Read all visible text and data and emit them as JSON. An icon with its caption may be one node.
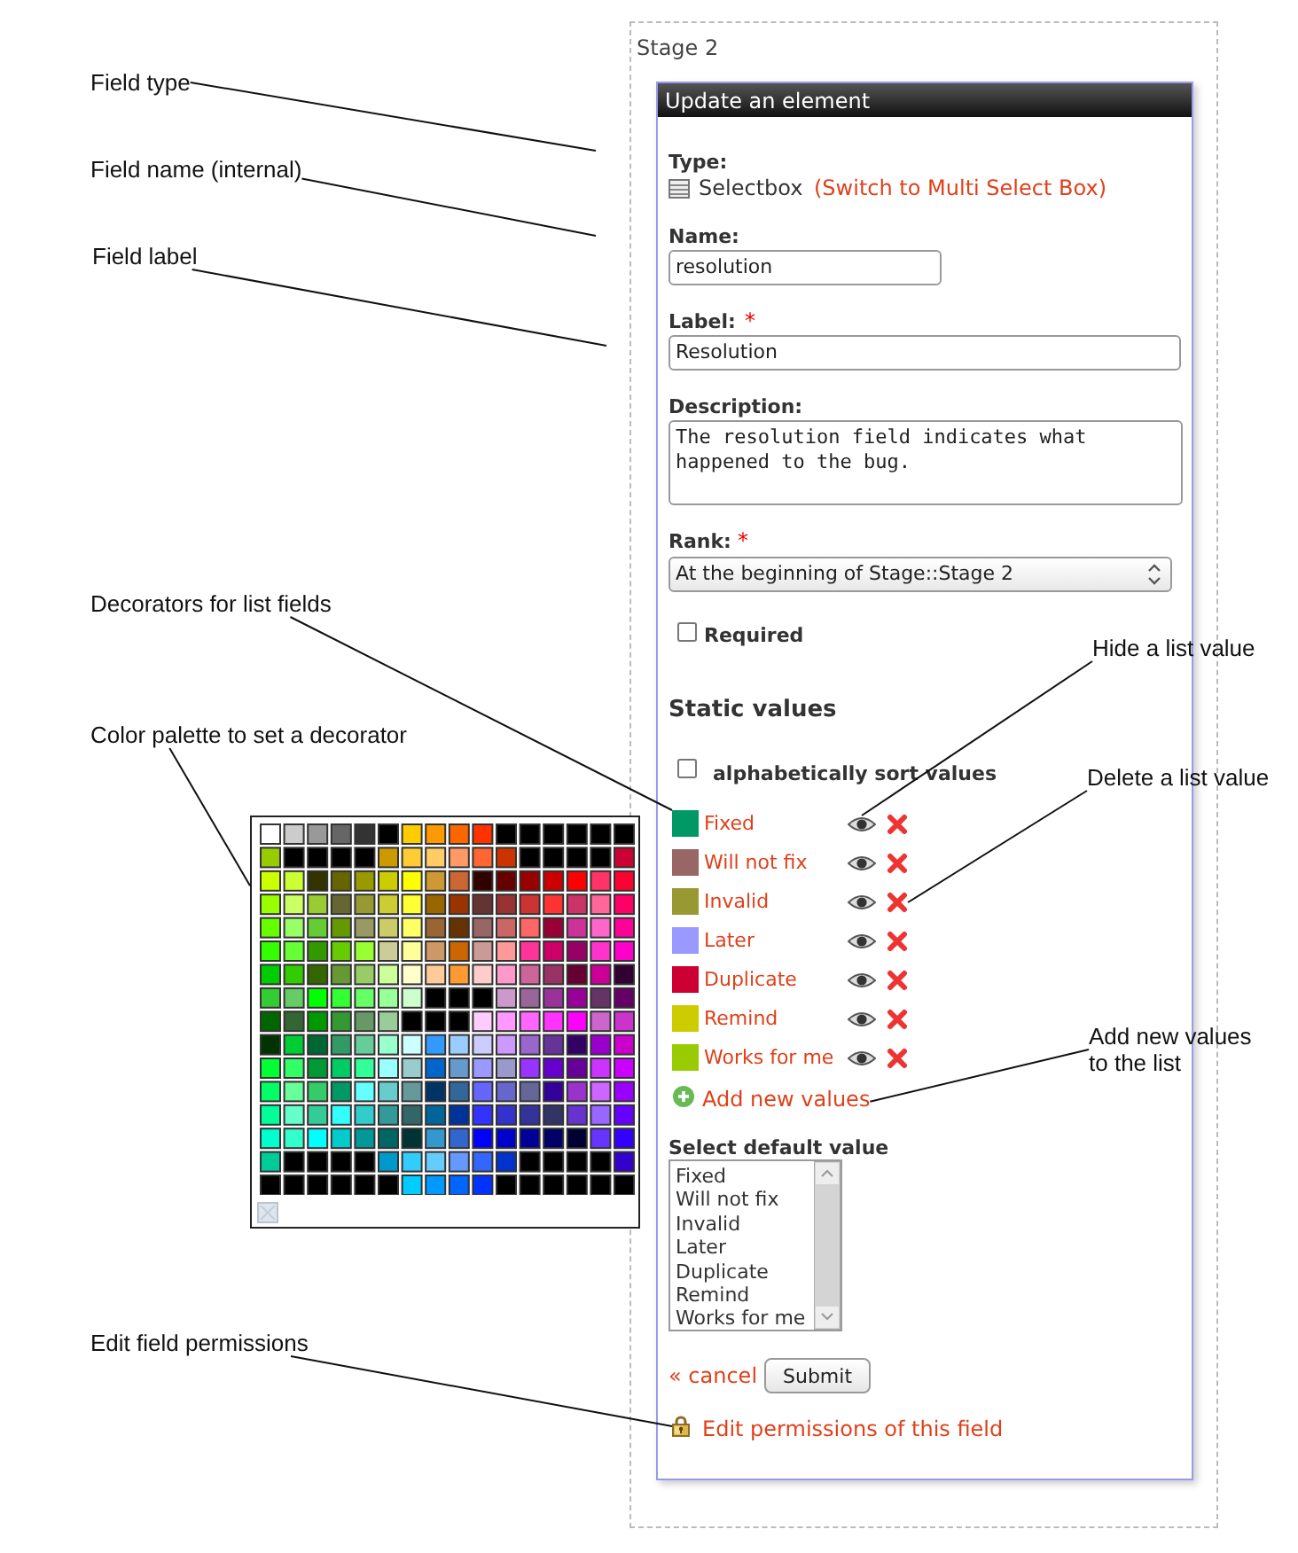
{
  "diagram": {
    "nodes": [
      {
        "text": [
          "Field type"
        ]
      },
      {
        "text": [
          "Field name (internal)"
        ]
      },
      {
        "text": [
          "Field label"
        ]
      },
      {
        "text": [
          "Decorators for list fields"
        ]
      },
      {
        "text": [
          "Color palette to set a decorator"
        ]
      },
      {
        "text": [
          "Hide a list value"
        ]
      },
      {
        "text": [
          "Delete a list value"
        ]
      },
      {
        "text": [
          "Add new values to the list"
        ]
      },
      {
        "text": [
          "Edit field permissions"
        ]
      },
      {
        "text": [
          "Stage 2"
        ]
      },
      {
        "text": [
          "Update an element"
        ],
        "in": 9
      },
      {
        "text": [],
        "shape": "box"
      },
      {
        "text": [],
        "shape": "box",
        "in": 10,
        "beside": [
          "Fixed"
        ]
      },
      {
        "text": [],
        "shape": "picture",
        "in": 10
      },
      {
        "text": [],
        "shape": "picture",
        "in": 10
      },
      {
        "text": [
          "Add new values"
        ],
        "in": 10
      },
      {
        "text": [],
        "shape": "picture",
        "in": 10,
        "beside": [
          "Edit permissions of this field"
        ]
      }
    ],
    "edges": [
      {
        "from": 0,
        "to": null,
        "arrow": "none"
      },
      {
        "from": 1,
        "to": null,
        "arrow": "none"
      },
      {
        "from": 2,
        "to": null,
        "arrow": "none"
      },
      {
        "from": 3,
        "to": 12,
        "arrow": "none"
      },
      {
        "from": 4,
        "to": 11,
        "arrow": "none"
      },
      {
        "from": 5,
        "to": 13,
        "arrow": "none"
      },
      {
        "from": 6,
        "to": 14,
        "arrow": "none"
      },
      {
        "from": 7,
        "to": 15,
        "arrow": "none"
      },
      {
        "from": 8,
        "to": 16,
        "arrow": "none"
      }
    ],
    "labels": [
      "Type:",
      "Selectbox",
      "(Switch to Multi Select Box)",
      "Name:",
      "resolution",
      "Label:",
      "*",
      "Resolution",
      "Description:",
      "The resolution field indicates what happened to the bug.",
      "Rank:",
      "*",
      "At the beginning of Stage::Stage 2",
      "Required",
      "Static values",
      "alphabetically sort values",
      "Will not fix",
      "Invalid",
      "Later",
      "Duplicate",
      "Remind",
      "Works for me",
      "Select default value",
      "Fixed",
      "Will not fix",
      "Invalid",
      "Later",
      "Duplicate",
      "Remind",
      "Works for me",
      "« cancel",
      "Submit"
    ]
  }
}
